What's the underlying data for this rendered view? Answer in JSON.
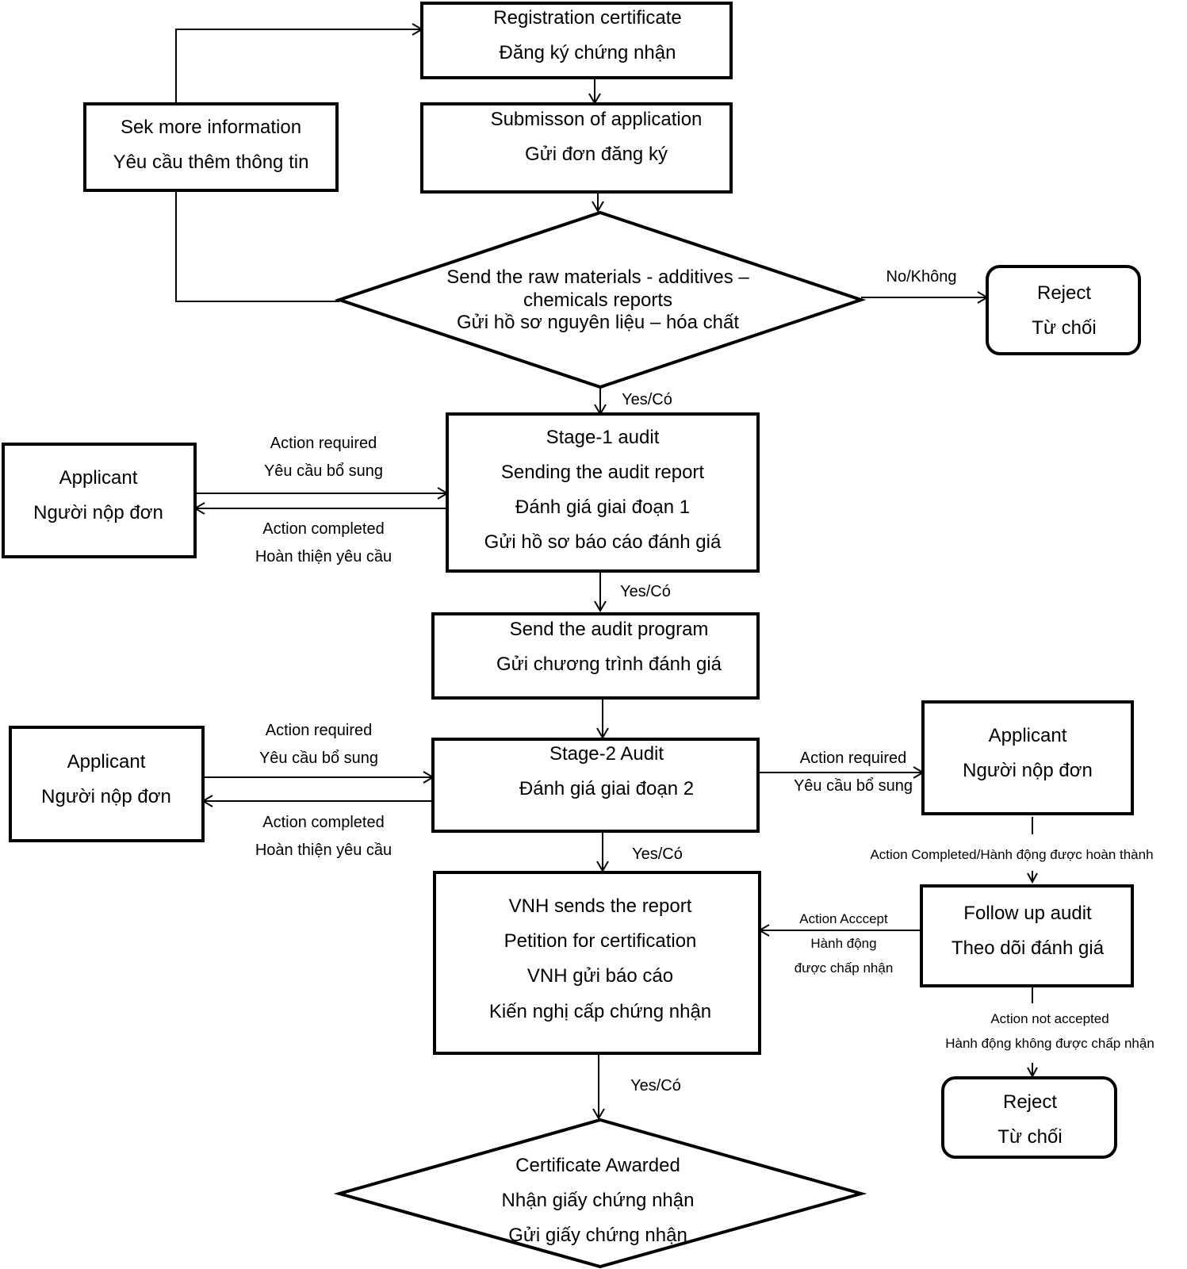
{
  "nodes": {
    "registration": {
      "line1": "Registration certificate",
      "line2": "Đăng ký chứng nhận"
    },
    "seek_info": {
      "line1": "Sek more information",
      "line2": "Yêu cầu thêm thông tin"
    },
    "submission": {
      "line1": "Submisson of application",
      "line2": "Gửi đơn đăng ký"
    },
    "decision_materials": {
      "line1": "Send the raw materials - additives –",
      "line2": "chemicals reports",
      "line3": "Gửi hồ sơ nguyên liệu – hóa chất"
    },
    "reject_top": {
      "line1": "Reject",
      "line2": "Từ chối"
    },
    "applicant_1": {
      "line1": "Applicant",
      "line2": "Người nộp đơn"
    },
    "stage1": {
      "line1": "Stage-1 audit",
      "line2": "Sending the audit report",
      "line3": "Đánh giá giai đoạn 1",
      "line4": "Gửi hồ sơ báo cáo đánh giá"
    },
    "audit_program": {
      "line1": "Send the audit program",
      "line2": "Gửi chương trình đánh giá"
    },
    "applicant_2": {
      "line1": "Applicant",
      "line2": "Người nộp đơn"
    },
    "stage2": {
      "line1": "Stage-2 Audit",
      "line2": "Đánh giá giai đoạn 2"
    },
    "applicant_3": {
      "line1": "Applicant",
      "line2": "Người nộp đơn"
    },
    "vnh_report": {
      "line1": "VNH sends the report",
      "line2": "Petition for certification",
      "line3": "VNH gửi báo cáo",
      "line4": "Kiến nghị cấp chứng nhận"
    },
    "follow_up": {
      "line1": "Follow up audit",
      "line2": "Theo dõi đánh giá"
    },
    "reject_bottom": {
      "line1": "Reject",
      "line2": "Từ chối"
    },
    "certificate": {
      "line1": "Certificate Awarded",
      "line2": "Nhận giấy chứng nhận",
      "line3": "Gửi giấy chứng nhận"
    }
  },
  "edges": {
    "no_khong": "No/Không",
    "yes_1": "Yes/Có",
    "yes_2": "Yes/Có",
    "yes_3": "Yes/Có",
    "yes_4": "Yes/Có",
    "s1_action_required": {
      "line1": "Action required",
      "line2": "Yêu cầu bổ sung"
    },
    "s1_action_completed": {
      "line1": "Action completed",
      "line2": "Hoàn thiện yêu cầu"
    },
    "s2_action_required": {
      "line1": "Action required",
      "line2": "Yêu cầu bổ sung"
    },
    "s2_action_completed": {
      "line1": "Action completed",
      "line2": "Hoàn thiện yêu cầu"
    },
    "s2_right_action_required": {
      "line1": "Action required",
      "line2": "Yêu cầu bổ sung"
    },
    "action_completed_right": "Action Completed/Hành động được hoàn thành",
    "action_accept": {
      "line1": "Action Acccept",
      "line2": "Hành động",
      "line3": "được chấp nhận"
    },
    "action_not_accepted": {
      "line1": "Action not accepted",
      "line2": "Hành động không được chấp nhận"
    }
  }
}
